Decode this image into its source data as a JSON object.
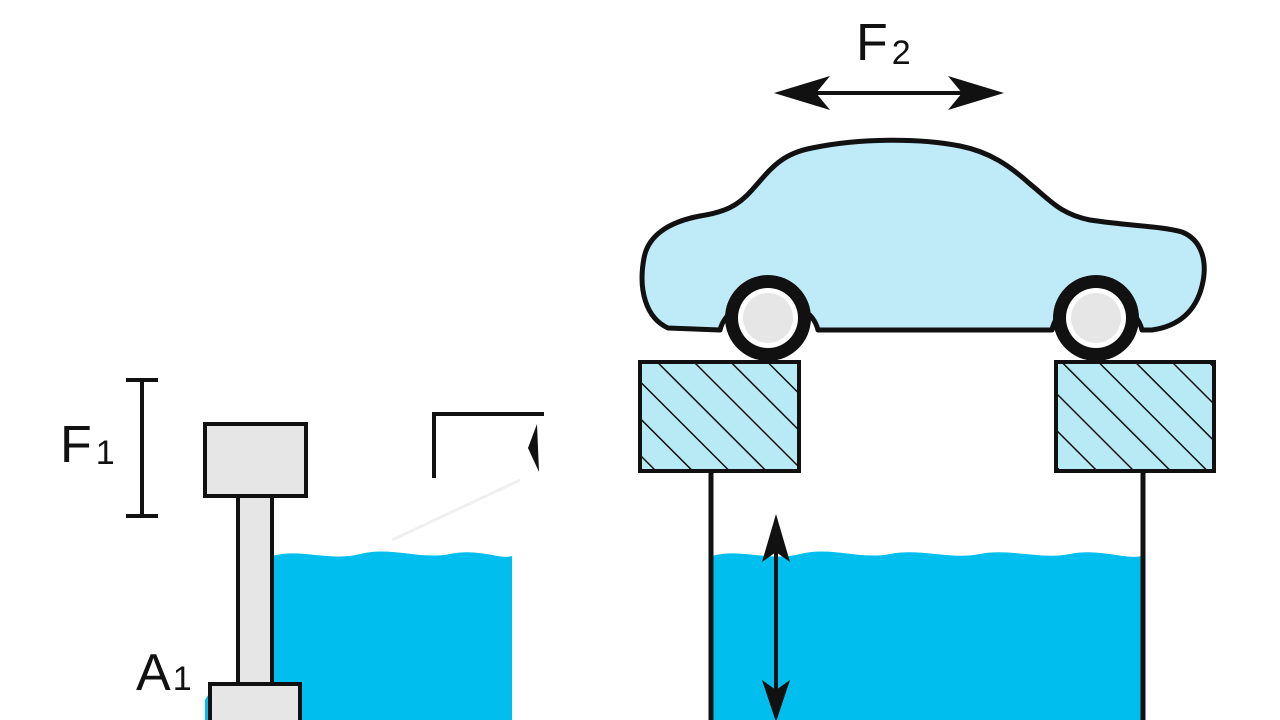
{
  "labels": {
    "force_output": {
      "letter": "F",
      "subscript": "2"
    },
    "force_input": {
      "letter": "F",
      "subscript": "1"
    },
    "area_input": {
      "letter": "A",
      "subscript": "1"
    }
  },
  "colors": {
    "fluid": "#00bfee",
    "car_body": "#bfeaf8",
    "piston": "#e6e6e6",
    "block_fill": "#b8eaf6",
    "outline": "#111111",
    "background": "#ffffff"
  },
  "icons": {
    "vehicle": "car-icon",
    "horizontal_arrow": "double-arrow-horizontal-icon",
    "vertical_arrow": "double-arrow-vertical-icon"
  }
}
